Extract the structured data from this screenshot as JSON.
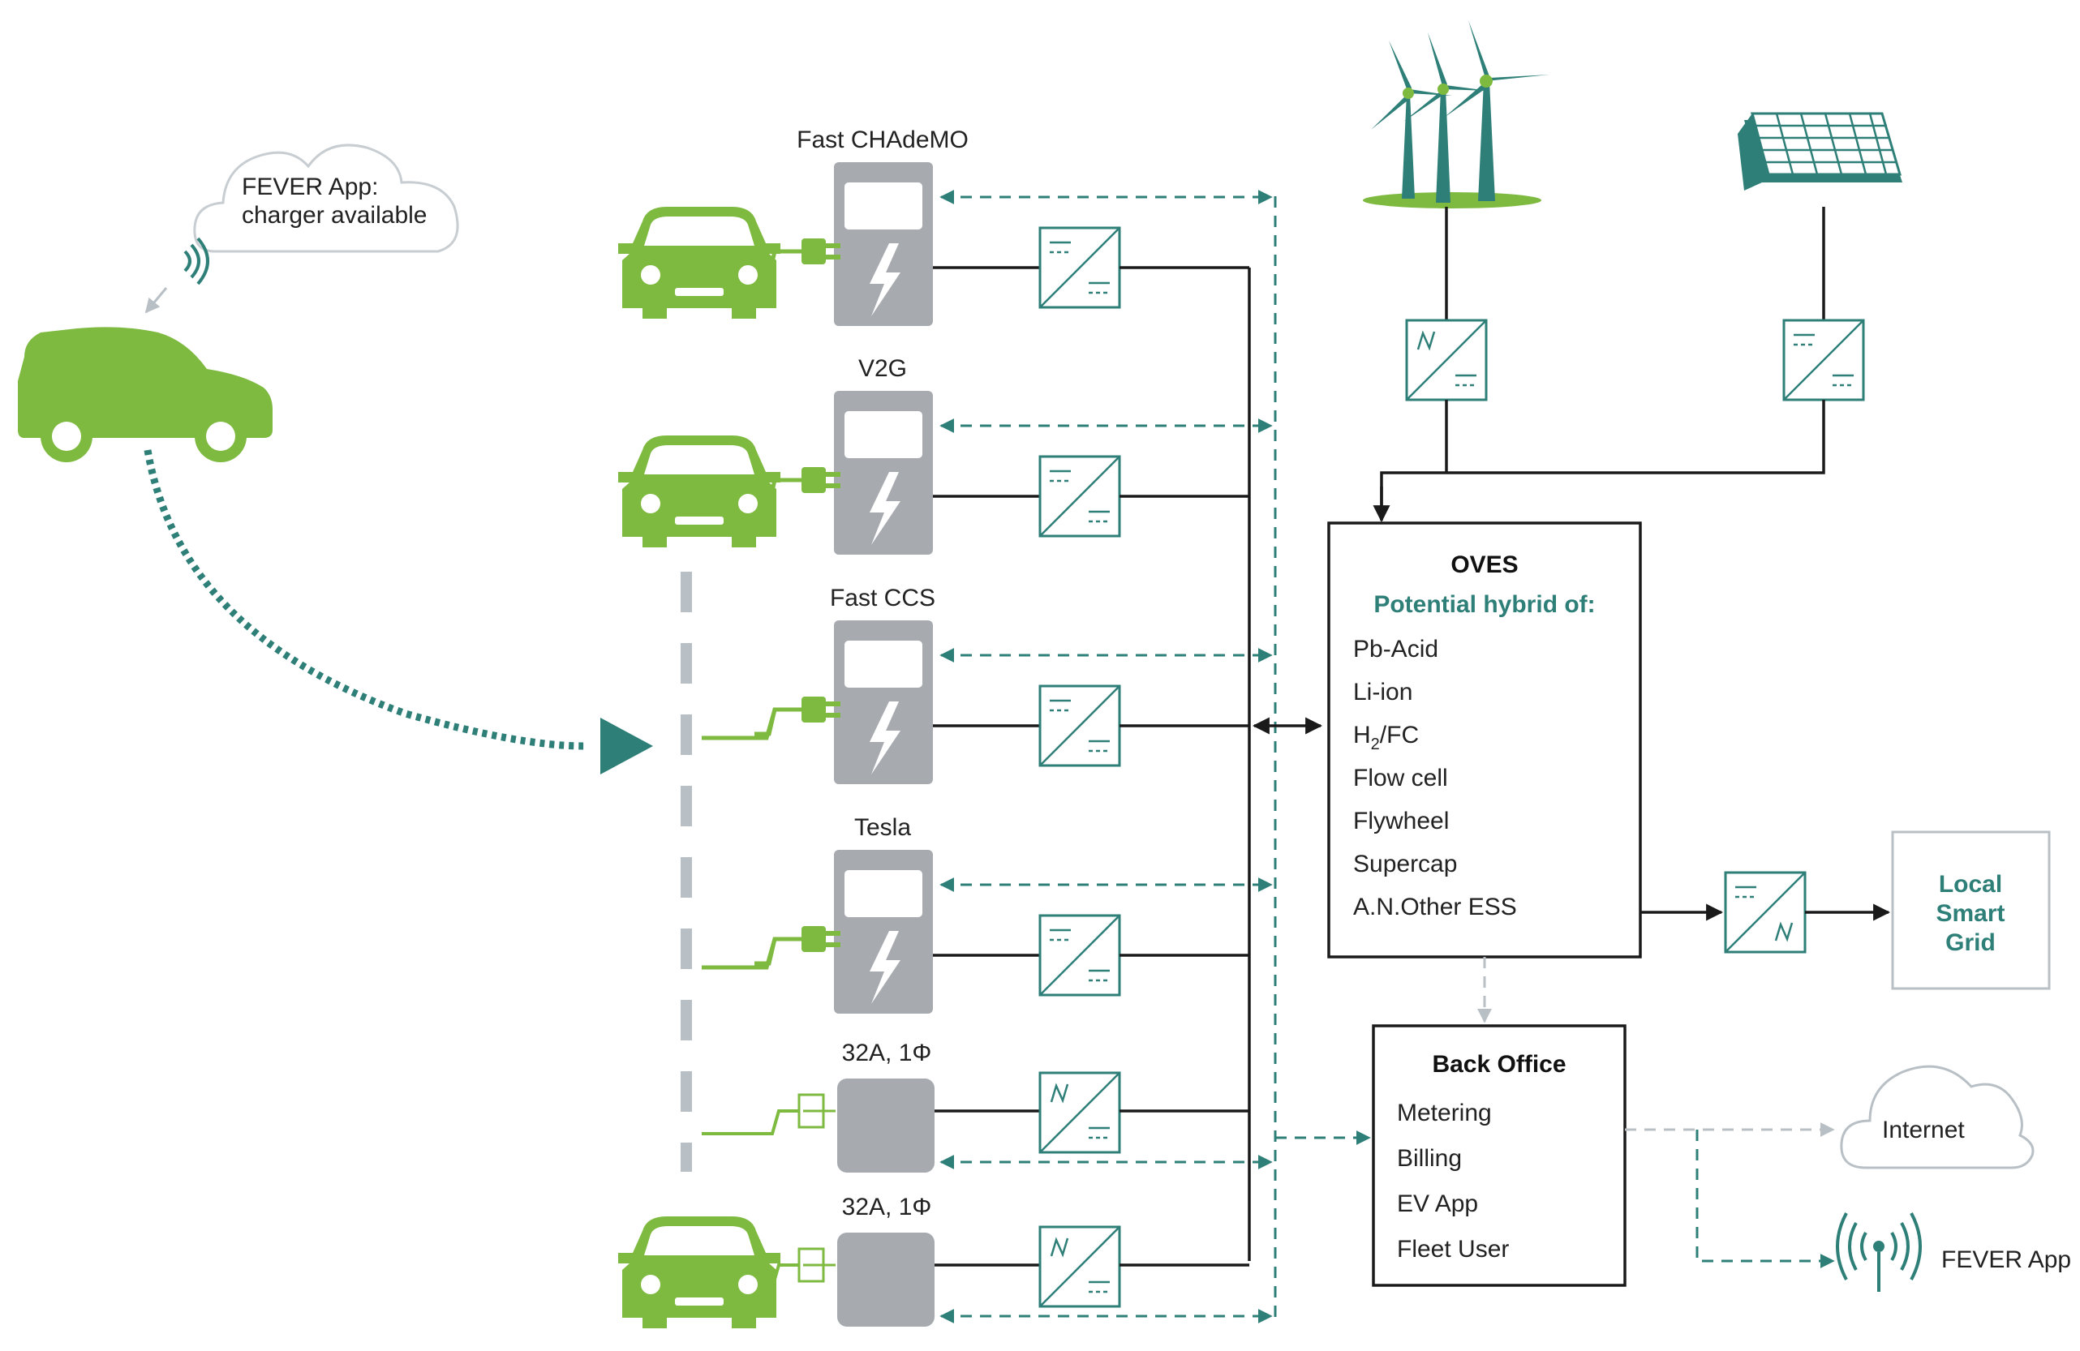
{
  "cloud_notification": {
    "line1": "FEVER App:",
    "line2": "charger available"
  },
  "chargers": [
    {
      "label": "Fast CHAdeMO",
      "type": "dc",
      "has_car": true
    },
    {
      "label": "V2G",
      "type": "dc",
      "has_car": true
    },
    {
      "label": "Fast CCS",
      "type": "dc",
      "has_car": false
    },
    {
      "label": "Tesla",
      "type": "dc",
      "has_car": false
    },
    {
      "label": "32A, 1Φ",
      "type": "ac",
      "has_car": false
    },
    {
      "label": "32A, 1Φ",
      "type": "ac",
      "has_car": true
    }
  ],
  "oves": {
    "title": "OVES",
    "subtitle": "Potential hybrid of:",
    "items": [
      "Pb-Acid",
      "Li-ion",
      "H2/FC",
      "Flow cell",
      "Flywheel",
      "Supercap",
      "A.N.Other ESS"
    ]
  },
  "grid": {
    "line1": "Local",
    "line2": "Smart",
    "line3": "Grid"
  },
  "back_office": {
    "title": "Back Office",
    "items": [
      "Metering",
      "Billing",
      "EV App",
      "Fleet User"
    ]
  },
  "internet_label": "Internet",
  "fever_app_label": "FEVER App",
  "colors": {
    "teal": "#2e7f78",
    "green": "#7dba3f",
    "grey": "#a7abb0",
    "dark": "#1a1a1a"
  }
}
